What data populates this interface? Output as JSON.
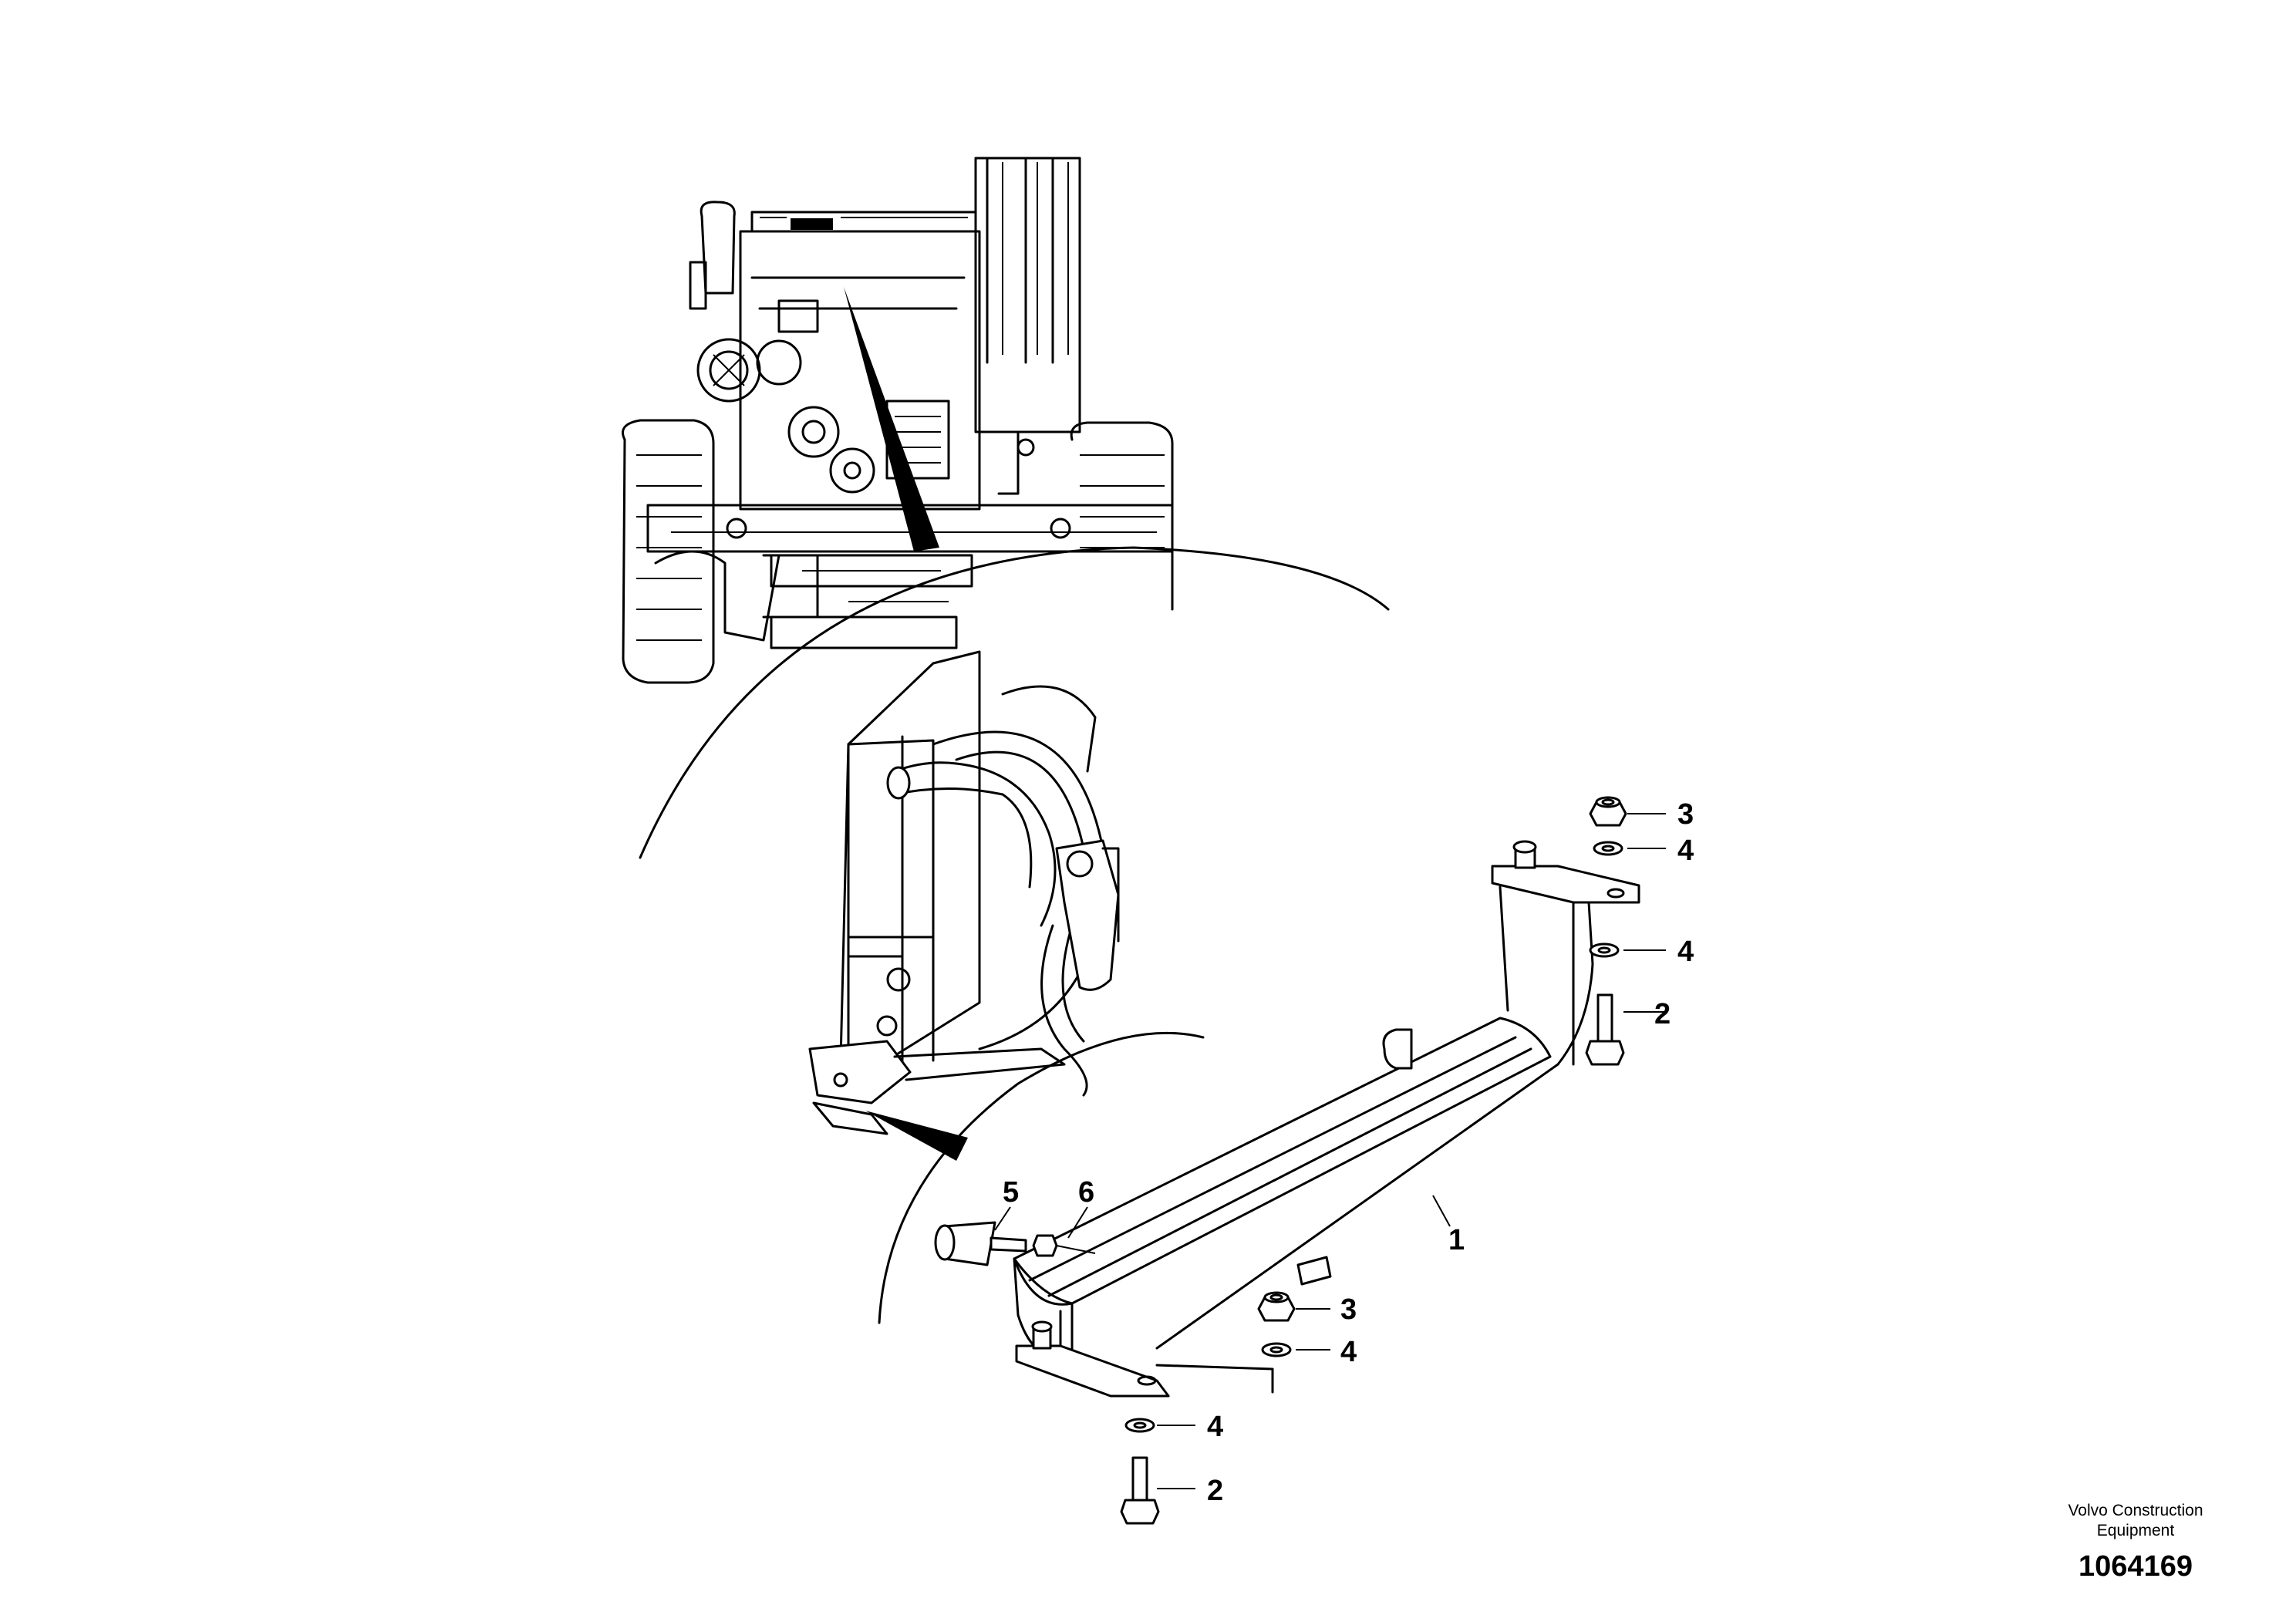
{
  "callouts": {
    "c1": "1",
    "c2a": "2",
    "c2b": "2",
    "c3a": "3",
    "c3b": "3",
    "c4a": "4",
    "c4b": "4",
    "c4c": "4",
    "c4d": "4",
    "c5": "5",
    "c6": "6"
  },
  "footer": {
    "brand": "Volvo Construction\nEquipment",
    "doc_number": "1064169"
  }
}
